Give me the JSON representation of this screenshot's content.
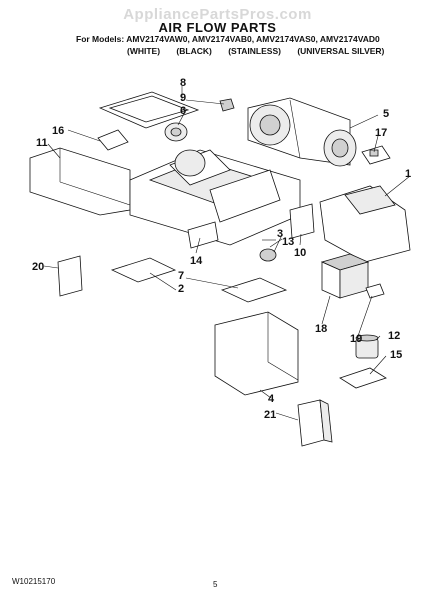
{
  "header": {
    "watermark": "AppliancePartsPros.com",
    "title": "AIR FLOW PARTS",
    "models_label": "For Models:",
    "models": "AMV2174VAW0, AMV2174VAB0, AMV2174VAS0, AMV2174VAD0",
    "colors": [
      "(WHITE)",
      "(BLACK)",
      "(STAINLESS)",
      "(UNIVERSAL SILVER)"
    ]
  },
  "callouts": {
    "c1": "1",
    "c2": "2",
    "c3": "3",
    "c4": "4",
    "c5": "5",
    "c6": "6",
    "c7": "7",
    "c8": "8",
    "c9": "9",
    "c10": "10",
    "c11": "11",
    "c12": "12",
    "c13": "13",
    "c14": "14",
    "c15": "15",
    "c16": "16",
    "c17": "17",
    "c18": "18",
    "c19": "19",
    "c20": "20",
    "c21": "21"
  },
  "footer": {
    "doc_number": "W10215170",
    "page_number": "5"
  }
}
